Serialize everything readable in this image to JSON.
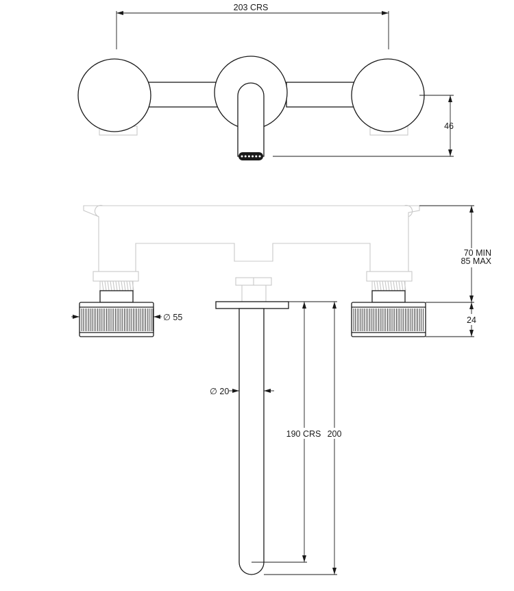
{
  "dimensions": {
    "crs_203": "203 CRS",
    "height_46": "46",
    "min_70": "70 MIN",
    "max_85": "85 MAX",
    "handle_24": "24",
    "dia_55": "∅ 55",
    "dia_20": "∅ 20",
    "crs_190": "190 CRS",
    "length_200": "200"
  }
}
